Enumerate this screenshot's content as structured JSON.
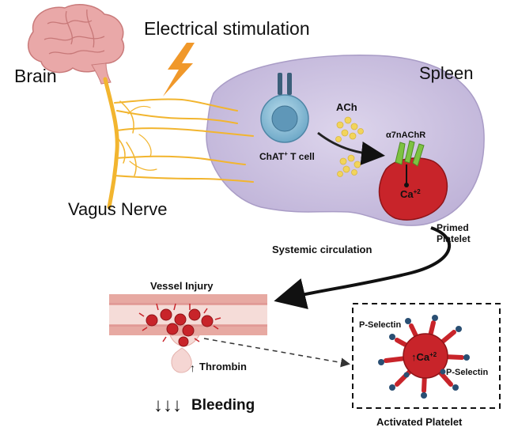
{
  "labels": {
    "brain": "Brain",
    "electrical_stimulation": "Electrical stimulation",
    "spleen": "Spleen",
    "vagus_nerve": "Vagus Nerve",
    "ach": "ACh",
    "chat_cell_main": "ChAT",
    "chat_cell_sup": "+",
    "chat_cell_rest": " T cell",
    "receptor": "α7nAChR",
    "ca_main": "Ca",
    "ca_sup": "+2",
    "primed_platelet_line1": "Primed",
    "primed_platelet_line2": "Platelet",
    "systemic_circulation": "Systemic circulation",
    "vessel_injury": "Vessel Injury",
    "thrombin": "Thrombin",
    "bleeding": "Bleeding",
    "bleeding_arrows": "↓↓↓",
    "thrombin_arrow": "↑",
    "p_selectin_left": "P-Selectin",
    "p_selectin_right": "P-Selectin",
    "activated_platelet": "Activated Platelet",
    "act_ca_arrow": "↑",
    "act_ca_main": "Ca",
    "act_ca_sup": "+2"
  },
  "colors": {
    "spleen_fill": "#cdc3e0",
    "nerve": "#f2b52f",
    "brain": "#e8a6a6",
    "lightning": "#f0982a",
    "t_cell": "#8fbfd6",
    "ach_dots": "#f2d45b",
    "platelet_red": "#c8242a",
    "receptor_green": "#7dc242",
    "vessel_wall": "#e7a9a2",
    "p_selectin": "#2a4f73"
  }
}
